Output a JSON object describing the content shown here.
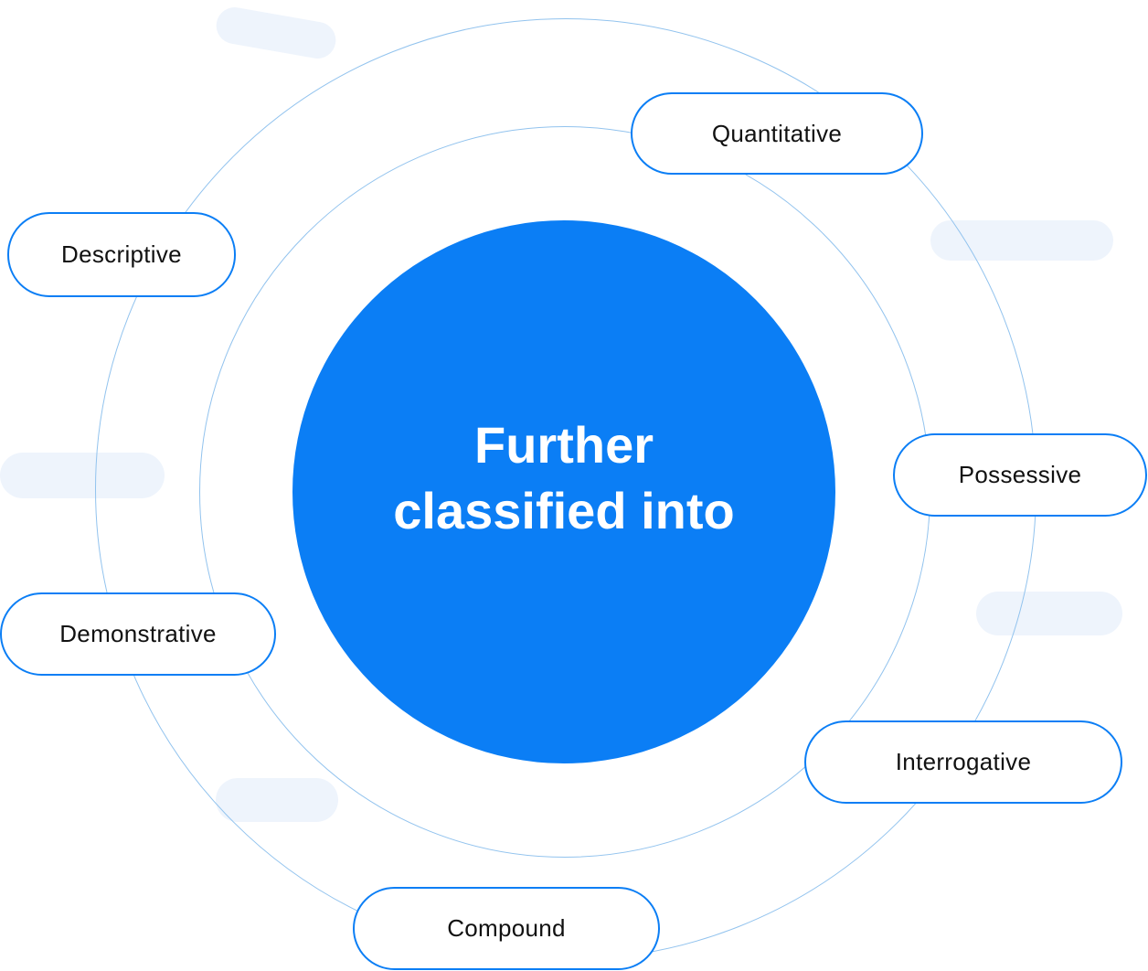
{
  "center": {
    "line1": "Further",
    "line2": "classified into"
  },
  "categories": [
    {
      "label": "Quantitative"
    },
    {
      "label": "Descriptive"
    },
    {
      "label": "Possessive"
    },
    {
      "label": "Demonstrative"
    },
    {
      "label": "Interrogative"
    },
    {
      "label": "Compound"
    }
  ],
  "colors": {
    "accent": "#0b7ef5",
    "ring": "#92c3ee",
    "decoration": "#eef4fc",
    "text": "#111111"
  }
}
